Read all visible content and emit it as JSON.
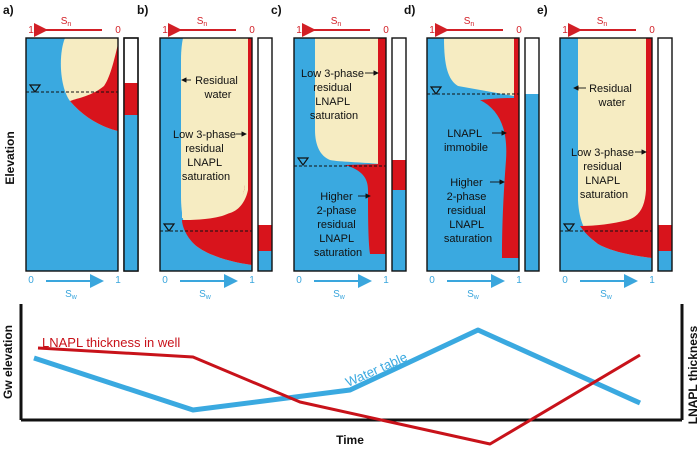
{
  "colors": {
    "water": "#3aa9e0",
    "lnapl": "#d8141c",
    "residual": "#f6ecc2",
    "outline": "#111111",
    "red_text": "#d21f26",
    "blue_text": "#3aa6dd"
  },
  "axes": {
    "sn_label": "S",
    "sn_sub": "n",
    "sw_label": "S",
    "sw_sub": "w",
    "sn_left": "1",
    "sn_right": "0",
    "sw_left": "0",
    "sw_right": "1",
    "elevation": "Elevation"
  },
  "panels": [
    {
      "letter": "a)",
      "annotations": []
    },
    {
      "letter": "b)",
      "annotations": [
        {
          "lines": [
            "Residual",
            "water"
          ]
        },
        {
          "lines": [
            "Low 3-phase",
            "residual",
            "LNAPL",
            "saturation"
          ]
        }
      ]
    },
    {
      "letter": "c)",
      "annotations": [
        {
          "lines": [
            "Low 3-phase",
            "residual",
            "LNAPL",
            "saturation"
          ]
        },
        {
          "lines": [
            "Higher",
            "2-phase",
            "residual",
            "LNAPL",
            "saturation"
          ]
        }
      ]
    },
    {
      "letter": "d)",
      "annotations": [
        {
          "lines": [
            "LNAPL",
            "immobile"
          ]
        },
        {
          "lines": [
            "Higher",
            "2-phase",
            "residual",
            "LNAPL",
            "saturation"
          ]
        }
      ]
    },
    {
      "letter": "e)",
      "annotations": [
        {
          "lines": [
            "Residual",
            "water"
          ]
        },
        {
          "lines": [
            "Low 3-phase",
            "residual",
            "LNAPL",
            "saturation"
          ]
        }
      ]
    }
  ],
  "timeline": {
    "x_label": "Time",
    "y_left_label": "Gw elevation",
    "y_right_label": "LNAPL thickness",
    "lnapl_label": "LNAPL thickness in well",
    "water_label": "Water table"
  }
}
